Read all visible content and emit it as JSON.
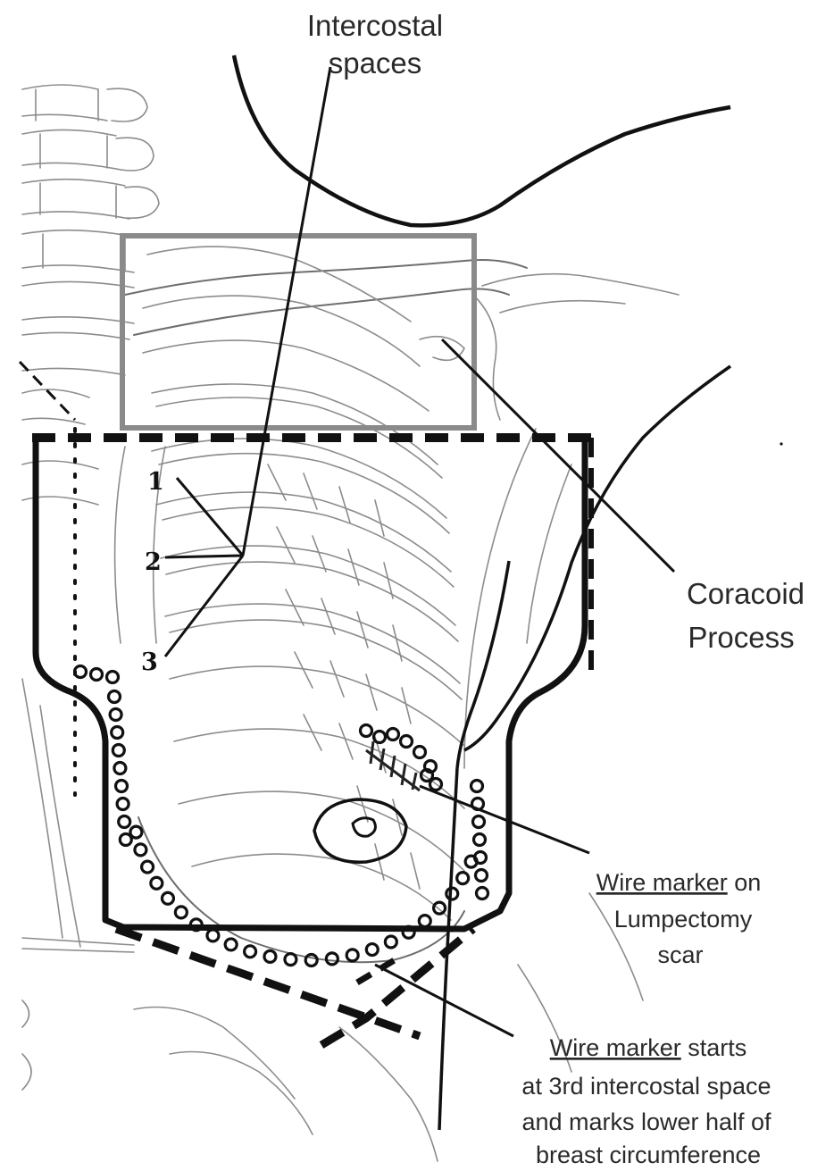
{
  "labels": {
    "intercostal_line1": "Intercostal",
    "intercostal_line2": "spaces",
    "coracoid_line1": "Coracoid",
    "coracoid_line2": "Process",
    "scar_marker_underlined": "Wire marker",
    "scar_marker_rest": " on",
    "scar_line2": "Lumpectomy",
    "scar_line3": "scar",
    "lower_marker_underlined": "Wire marker",
    "lower_marker_rest": " starts",
    "lower_line2": "at 3rd intercostal space",
    "lower_line3": "and marks lower half of",
    "lower_line4": "breast circumference"
  },
  "rib_numbers": [
    "1",
    "2",
    "3"
  ],
  "colors": {
    "field_outline": "#111111",
    "coracoid_box": "#8a8a8a",
    "anatomy_lines": "#8c8c8c",
    "label_text": "#2a2a2a"
  }
}
